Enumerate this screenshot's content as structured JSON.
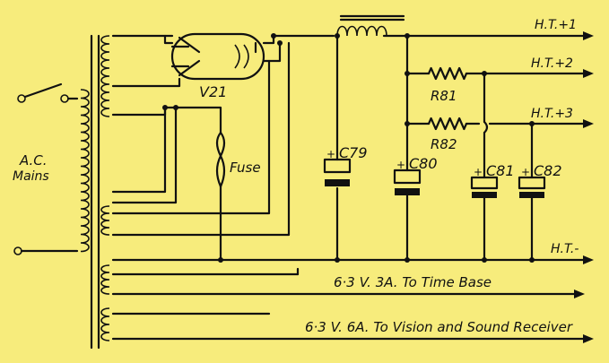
{
  "colors": {
    "paper": "#f7ec7c",
    "ink": "#111111"
  },
  "labels": {
    "ac": "A.C.",
    "mains": "Mains",
    "valve": "V21",
    "fuse": "Fuse",
    "r81": "R81",
    "r82": "R82",
    "c79": "C79",
    "c80": "C80",
    "c81": "C81",
    "c82": "C82",
    "plus": "+",
    "ht1": "H.T.+1",
    "ht2": "H.T.+2",
    "ht3": "H.T.+3",
    "htminus": "H.T.-",
    "line1": "6·3 V.  3A.  To Time Base",
    "line2": "6·3 V.  6A.  To Vision and Sound Receiver"
  }
}
